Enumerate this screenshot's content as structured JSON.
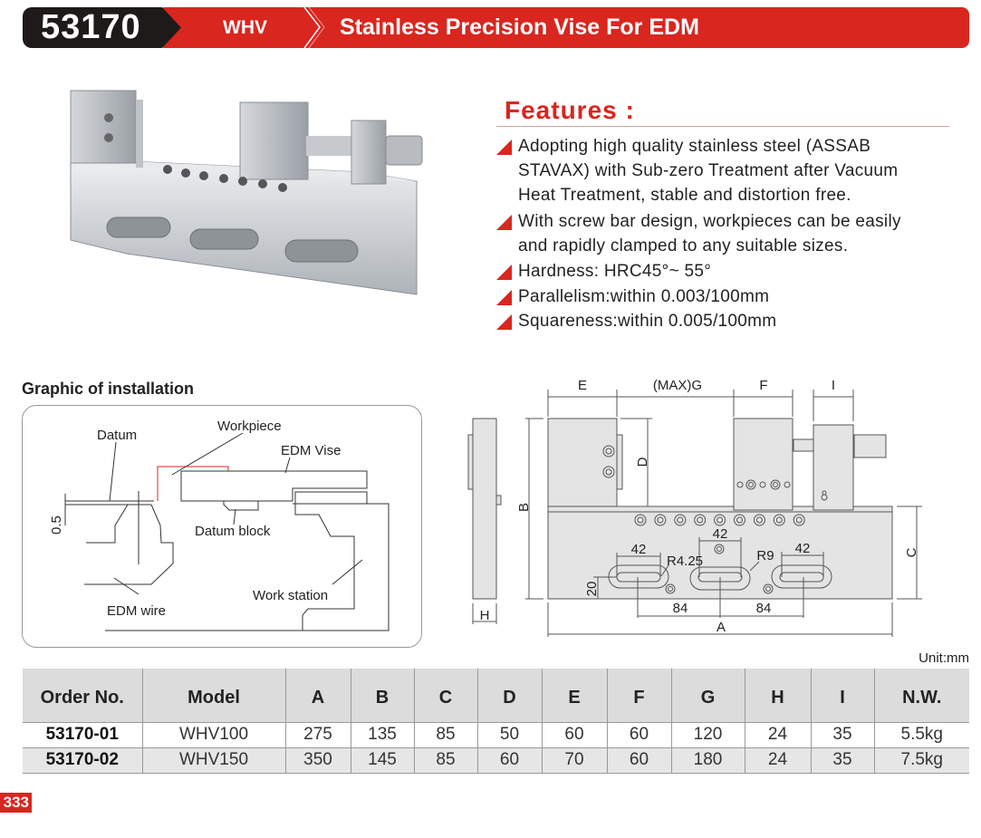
{
  "header": {
    "code": "53170",
    "series": "WHV",
    "title": "Stainless Precision Vise For EDM"
  },
  "features": {
    "title": "Features :",
    "items": [
      {
        "lines": [
          "Adopting high quality stainless steel (ASSAB",
          "STAVAX) with Sub-zero Treatment after Vacuum",
          "Heat Treatment, stable and distortion free."
        ]
      },
      {
        "lines": [
          "With screw bar design, workpieces can be easily",
          "and rapidly clamped to any suitable sizes."
        ]
      },
      {
        "lines": [
          "Hardness: HRC45°~ 55°"
        ]
      },
      {
        "lines": [
          "Parallelism:within 0.003/100mm"
        ]
      },
      {
        "lines": [
          "Squareness:within 0.005/100mm"
        ]
      }
    ]
  },
  "installation": {
    "title": "Graphic of installation",
    "labels": {
      "datum": "Datum",
      "workpiece": "Workpiece",
      "edm_vise": "EDM Vise",
      "datum_block": "Datum block",
      "edm_wire": "EDM wire",
      "work_station": "Work station",
      "offset": "0.5"
    }
  },
  "drawing": {
    "dims": {
      "E": "E",
      "G": "(MAX)G",
      "F": "F",
      "I": "I",
      "B": "B",
      "D": "D",
      "C": "C",
      "A": "A",
      "H": "H",
      "slot1": "42",
      "slot2": "42",
      "slot3": "42",
      "pitch1": "84",
      "pitch2": "84",
      "r1": "R4.25",
      "r2": "R9",
      "h20": "20"
    }
  },
  "table": {
    "unit": "Unit:mm",
    "headers": [
      "Order No.",
      "Model",
      "A",
      "B",
      "C",
      "D",
      "E",
      "F",
      "G",
      "H",
      "I",
      "N.W."
    ],
    "rows": [
      [
        "53170-01",
        "WHV100",
        "275",
        "135",
        "85",
        "50",
        "60",
        "60",
        "120",
        "24",
        "35",
        "5.5kg"
      ],
      [
        "53170-02",
        "WHV150",
        "350",
        "145",
        "85",
        "60",
        "70",
        "60",
        "180",
        "24",
        "35",
        "7.5kg"
      ]
    ]
  },
  "page_number": "333"
}
